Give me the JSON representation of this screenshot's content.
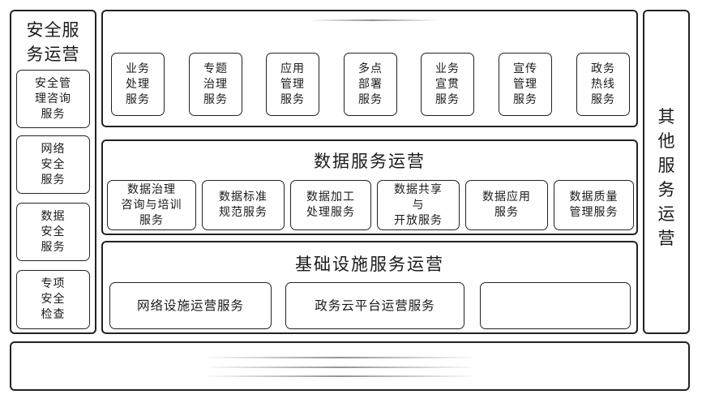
{
  "left": {
    "title": "安全服\n务运营",
    "items": [
      "安全管\n理咨询\n服务",
      "网络\n安全\n服务",
      "数据\n安全\n服务",
      "专项\n安全\n检查"
    ]
  },
  "right": {
    "title": "其\n他\n服\n务\n运\n营"
  },
  "business": {
    "items": [
      "业务\n处理\n服务",
      "专题\n治理\n服务",
      "应用\n管理\n服务",
      "多点\n部署\n服务",
      "业务\n宣贯\n服务",
      "宣传\n管理\n服务",
      "政务\n热线\n服务"
    ]
  },
  "data_ops": {
    "title": "数据服务运营",
    "items": [
      "数据治理\n咨询与培训\n服务",
      "数据标准\n规范服务",
      "数据加工\n处理服务",
      "数据共享\n与\n开放服务",
      "数据应用\n服务",
      "数据质量\n管理服务"
    ]
  },
  "infra": {
    "title": "基础设施服务运营",
    "items": [
      "网络设施运营服务",
      "政务云平台运营服务"
    ]
  }
}
